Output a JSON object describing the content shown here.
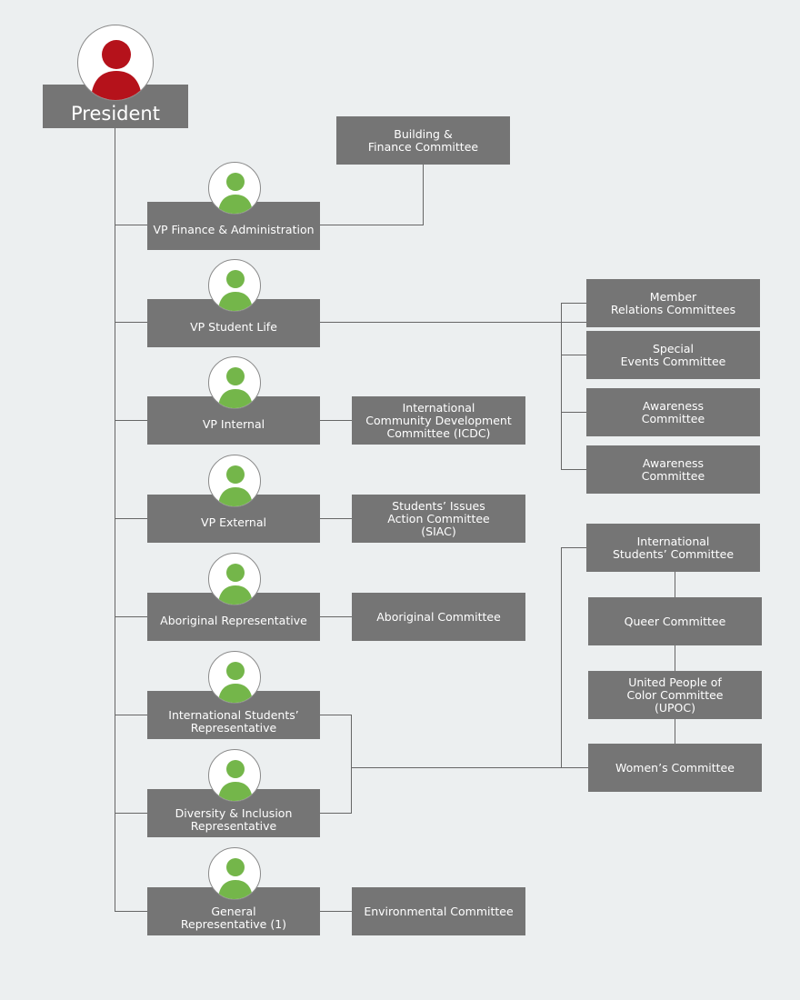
{
  "colors": {
    "background": "#eceff0",
    "box": "#757575",
    "line": "#666666",
    "president_icon": "#b5121b",
    "role_icon": "#74b64a"
  },
  "president": {
    "label": "President"
  },
  "roles": [
    {
      "label": "VP Finance &  Administration"
    },
    {
      "label": "VP Student Life"
    },
    {
      "label": "VP Internal"
    },
    {
      "label": "VP External"
    },
    {
      "label": "Aboriginal  Representative"
    },
    {
      "label": "International Students’\nRepresentative"
    },
    {
      "label": "Diversity &  Inclusion\nRepresentative"
    },
    {
      "label": "General\nRepresentative (1)"
    }
  ],
  "committees": {
    "building_finance": "Building &\nFinance Committee",
    "member_relations": "Member\nRelations Committees",
    "special_events": "Special\nEvents Committee",
    "awareness_1": "Awareness\nCommittee",
    "awareness_2": "Awareness\nCommittee",
    "icdc": "International\nCommunity  Development\nCommittee (ICDC)",
    "siac": "Students’ Issues\nAction Committee\n(SIAC)",
    "aboriginal": "Aboriginal Committee",
    "international_students": "International\nStudents’ Committee",
    "queer": "Queer Committee",
    "upoc": "United People of\nColor Committee\n(UPOC)",
    "womens": "Women’s Committee",
    "environmental": "Environmental Committee"
  }
}
